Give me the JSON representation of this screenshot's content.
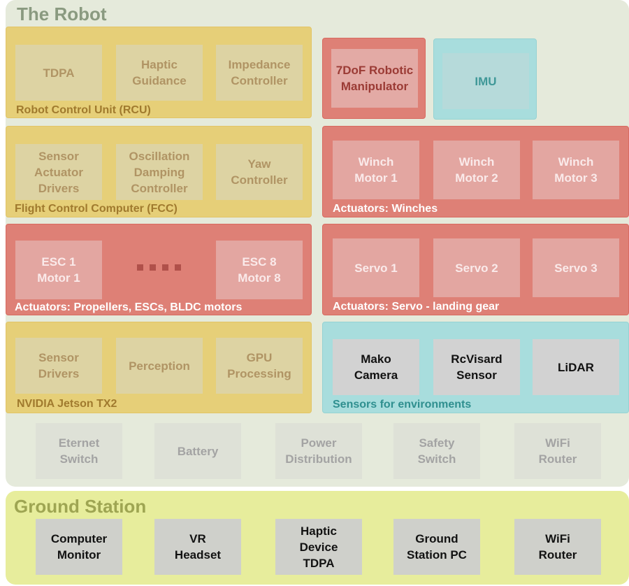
{
  "robot": {
    "title": "The Robot",
    "rcu": {
      "label": "Robot Control Unit (RCU)",
      "items": [
        "TDPA",
        "Haptic\nGuidance",
        "Impedance\nController"
      ]
    },
    "manipulator": "7DoF Robotic\nManipulator",
    "imu": "IMU",
    "fcc": {
      "label": "Flight Control Computer (FCC)",
      "items": [
        "Sensor\nActuator\nDrivers",
        "Oscillation\nDamping\nController",
        "Yaw\nController"
      ]
    },
    "winches": {
      "label": "Actuators: Winches",
      "items": [
        "Winch\nMotor 1",
        "Winch\nMotor 2",
        "Winch\nMotor 3"
      ]
    },
    "propellers": {
      "label": "Actuators: Propellers, ESCs, BLDC motors",
      "items": [
        "ESC 1\nMotor 1",
        "ESC 8\nMotor 8"
      ]
    },
    "servos": {
      "label": "Actuators: Servo - landing gear",
      "items": [
        "Servo 1",
        "Servo 2",
        "Servo 3"
      ]
    },
    "jetson": {
      "label": "NVIDIA Jetson TX2",
      "items": [
        "Sensor\nDrivers",
        "Perception",
        "GPU\nProcessing"
      ]
    },
    "sensors": {
      "label": "Sensors for environments",
      "items": [
        "Mako\nCamera",
        "RcVisard\nSensor",
        "LiDAR"
      ]
    },
    "peripherals": [
      "Eternet\nSwitch",
      "Battery",
      "Power\nDistribution",
      "Safety\nSwitch",
      "WiFi\nRouter"
    ]
  },
  "ground": {
    "title": "Ground Station",
    "items": [
      "Computer\nMonitor",
      "VR\nHeadset",
      "Haptic\nDevice\nTDPA",
      "Ground\nStation PC",
      "WiFi\nRouter"
    ]
  },
  "colors": {
    "robot_bg": "#e5eadb",
    "ground_bg": "#e7ed9c",
    "control_group": "#e6cf78",
    "actuator_group": "#de8076",
    "sensor_group": "#a8dddd"
  }
}
